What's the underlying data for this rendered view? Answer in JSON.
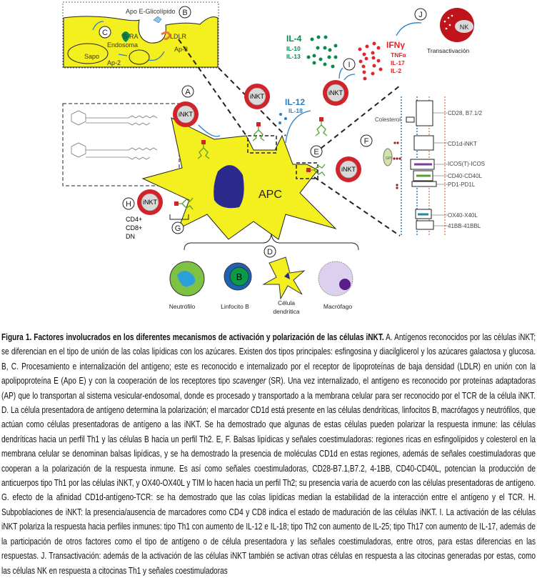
{
  "figure": {
    "panel_labels": {
      "A": "A",
      "B": "B",
      "C": "C",
      "D": "D",
      "E": "E",
      "F": "F",
      "G": "G",
      "H": "H",
      "I": "I",
      "J": "J"
    },
    "box_bc": {
      "apo_e": "Apo E-Glicolípido",
      "s_ra": "S-RA",
      "ldlr": "LDLR",
      "endosoma": "Endosoma",
      "sapo": "Sapo",
      "ap3": "Ap-3",
      "ap2": "Ap-2"
    },
    "cell_label": "iNKT",
    "apc_label": "APC",
    "th2_cytokines": [
      "IL-4",
      "IL-10",
      "IL-13"
    ],
    "th1_cytokines": [
      "IFNγ",
      "TNFα",
      "IL-17",
      "IL-2"
    ],
    "il12_cytokines": [
      "IL-12",
      "IL-18"
    ],
    "nk_label": "NK",
    "transactivation": "Transactivación",
    "subpopulations": [
      "CD4+",
      "CD8+",
      "DN"
    ],
    "presenting_cells": [
      "Neutrófilo",
      "Linfocito B",
      "Célula",
      "dendrítica",
      "Macrófago"
    ],
    "b_cell_letter": "B",
    "costim": {
      "colesterol": "Colesterol",
      "pairs": [
        "CD28, B7.1/2",
        "CD1d-iNKT",
        "ICOS(T)-ICOS",
        "CD40-CD40L",
        "PD1-PD1L",
        "OX40-X40L",
        "41BB-41BBL"
      ],
      "gpi": "GPI"
    },
    "colors": {
      "apc_yellow": "#f4ef1e",
      "inkt_red": "#d2232a",
      "th2_green": "#0a8a4a",
      "th1_red": "#e0262b",
      "il12_blue": "#2a7fc1",
      "nucleus": "#2a2a8c"
    }
  },
  "caption": {
    "title": "Figura 1. Factores involucrados en los diferentes mecanismos de activación y polarización de las células iNKT.",
    "text_1": " A. Antígenos reconocidos por las células iNKT; se diferencian en el tipo de unión de las colas lipídicas con los azúcares. Existen dos tipos principales: esfingosina y diacilglicerol y los azúcares galactosa y glucosa. B, C. Procesamiento e internalización del antígeno; este es reconocido e internalizado por el receptor de lipoproteínas de baja densidad (LDLR) en unión con la apolipoproteína E (Apo E) y con la cooperación de los receptores tipo ",
    "italic": "scavenger",
    "text_2": " (SR). Una vez internalizado, el antígeno es reconocido por proteínas adaptadoras (AP) que lo transportan al sistema vesicular-endosomal, donde es procesado y transportado a la membrana celular para ser reconocido por el TCR de la célula iNKT. D. La célula presentadora de antígeno determina la polarización; el marcador CD1d está presente en las células dendríticas, linfocitos B, macrófagos y neutrófilos, que actúan como células presentadoras de antígeno a las iNKT. Se ha demostrado que algunas de estas células pueden polarizar la respuesta inmune: las células dendríticas hacia un perfil Th1 y las células B hacia un perfil Th2. E, F. Balsas lipídicas y señales coestimuladoras: regiones ricas en esfingolípidos y colesterol en la membrana celular se denominan balsas lipídicas, y se ha demostrado la presencia de moléculas CD1d en estas regiones, además de señales coestimuladoras que cooperan a la polarización de la respuesta inmune. Es así como señales coestimuladoras, CD28-B7.1,B7.2, 4-1BB, CD40-CD40L, potencian la producción de anticuerpos tipo Th1 por las células iNKT, y OX40-OX40L y TIM lo hacen hacia un perfil Th2; su presencia varía de acuerdo con las células presentadoras de antígeno. G. efecto de la afinidad CD1d-antígeno-TCR: se ha demostrado que las colas lipídicas median la estabilidad de la interacción entre el antígeno y el TCR. H. Subpoblaciones de iNKT: la presencia/ausencia de marcadores como CD4 y CD8 indica el estado de maduración de las células iNKT. I. La activación de las células iNKT polariza la respuesta hacia perfiles inmunes: tipo Th1 con aumento de IL-12 e IL-18; tipo Th2 con aumento de IL-25; tipo Th17 con aumento de IL-17, además de la participación de otros factores como el tipo de antígeno o de célula presentadora y las señales coestimuladoras, entre otros, para estas diferencias en las respuestas. J. Transactivación: además de la activación de las células iNKT también se activan otras células en respuesta a las citocinas generadas por estas, como las células NK en respuesta a citocinas Th1 y señales coestimuladoras"
  }
}
